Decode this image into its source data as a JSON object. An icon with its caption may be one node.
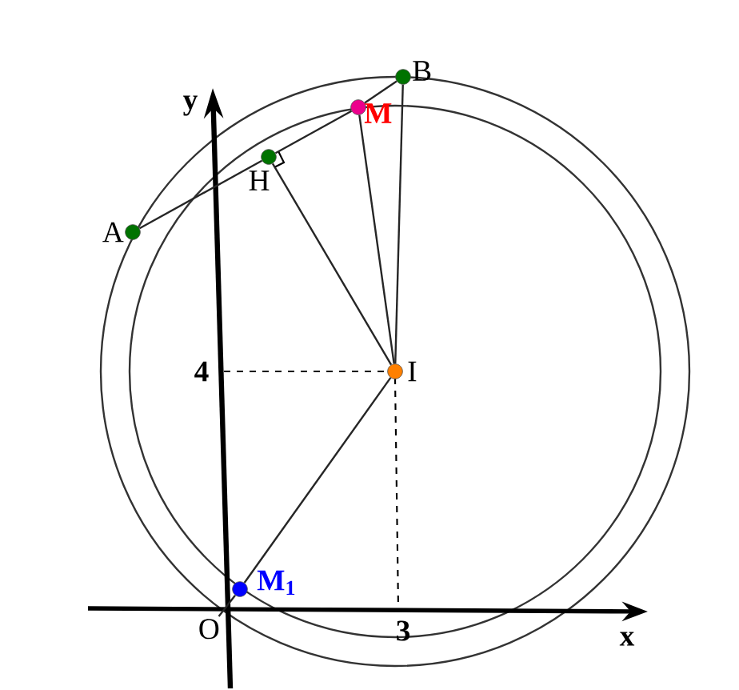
{
  "diagram": {
    "nodes": [
      {
        "text": [
          "A"
        ]
      },
      {
        "text": [
          "B"
        ]
      },
      {
        "text": [
          "M"
        ]
      },
      {
        "text": [
          "H"
        ]
      },
      {
        "text": [
          "I"
        ]
      },
      {
        "text": [
          "O"
        ]
      },
      {
        "text": [
          "M$_{1}$"
        ]
      }
    ],
    "edges": [
      {
        "from": 0,
        "to": 3,
        "arrow": "none"
      },
      {
        "from": 3,
        "to": 2,
        "arrow": "none"
      },
      {
        "from": 2,
        "to": 1,
        "arrow": "none"
      },
      {
        "from": 3,
        "to": 4,
        "arrow": "none"
      },
      {
        "from": 2,
        "to": 4,
        "arrow": "none"
      },
      {
        "from": 1,
        "to": 4,
        "arrow": "none"
      },
      {
        "from": 4,
        "to": 6,
        "arrow": "none"
      },
      {
        "from": 6,
        "to": 5,
        "arrow": "none"
      }
    ],
    "labels": [
      "y",
      "4",
      "3",
      "x"
    ]
  }
}
